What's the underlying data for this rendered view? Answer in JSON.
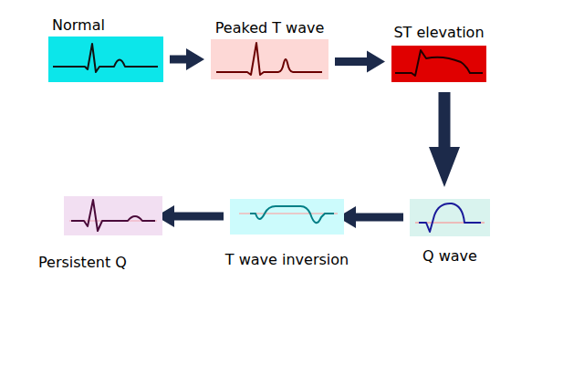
{
  "diagram": {
    "nodes": [
      {
        "text": [
          "Normal"
        ]
      },
      {
        "text": [
          "Peaked T wave"
        ]
      },
      {
        "text": [
          "ST elevation"
        ]
      },
      {
        "text": [
          "Q wave"
        ]
      },
      {
        "text": [
          "T wave inversion"
        ]
      },
      {
        "text": [
          "Persistent Q"
        ]
      }
    ],
    "edges": [
      {
        "from": 0,
        "to": 1,
        "arrow": "to"
      },
      {
        "from": 1,
        "to": 2,
        "arrow": "to"
      },
      {
        "from": 2,
        "to": 3,
        "arrow": "to"
      },
      {
        "from": 3,
        "to": 4,
        "arrow": "to"
      },
      {
        "from": 4,
        "to": 5,
        "arrow": "to"
      }
    ]
  }
}
